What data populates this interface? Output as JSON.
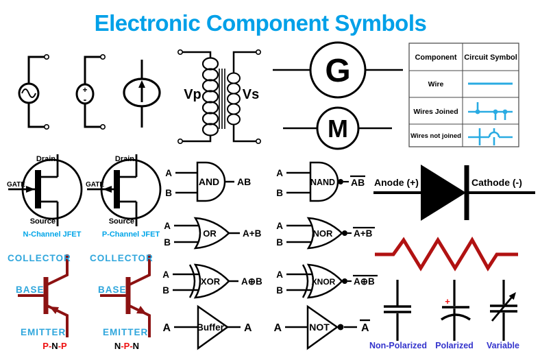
{
  "title": "Electronic Component Symbols",
  "colors": {
    "title_blue": "#00A0E8",
    "wire_symbol_cyan": "#29ABE2",
    "jfet_caption_cyan": "#00A5E8",
    "bjt_label_cyan": "#2FA6DC",
    "bjt_symbol_dark_red": "#8C1212",
    "resistor_dark_red": "#B11212",
    "capacitor_label_blue": "#3333CC",
    "accent_red": "#EE1111"
  },
  "sources": {
    "dc_plus": "+",
    "dc_minus": "-"
  },
  "transformer": {
    "primary": "Vp",
    "secondary": "Vs"
  },
  "generator": {
    "letter": "G"
  },
  "motor": {
    "letter": "M"
  },
  "wire_table": {
    "col1": "Component",
    "col2": "Circuit Symbol",
    "row1": "Wire",
    "row2": "Wires Joined",
    "row3": "Wires not joined"
  },
  "jfet": {
    "n": {
      "drain": "Drain",
      "gate": "GATE",
      "source": "Source",
      "caption": "N-Channel JFET"
    },
    "p": {
      "drain": "Drain",
      "gate": "GATE",
      "source": "Source",
      "caption": "P-Channel JFET"
    }
  },
  "gates": {
    "and": {
      "label": "AND",
      "a": "A",
      "b": "B",
      "out": "AB"
    },
    "or": {
      "label": "OR",
      "a": "A",
      "b": "B",
      "out": "A+B"
    },
    "xor": {
      "label": "XOR",
      "a": "A",
      "b": "B",
      "out": "A⊕B"
    },
    "buffer": {
      "label": "Buffer",
      "in": "A",
      "out": "A"
    },
    "nand": {
      "label": "NAND",
      "a": "A",
      "b": "B",
      "out": "AB"
    },
    "nor": {
      "label": "NOR",
      "a": "A",
      "b": "B",
      "out": "A+B"
    },
    "xnor": {
      "label": "XNOR",
      "a": "A",
      "b": "B",
      "out": "A⊕B"
    },
    "not": {
      "label": "NOT",
      "in": "A",
      "out": "A"
    }
  },
  "diode": {
    "anode": "Anode (+)",
    "cathode": "Cathode (-)"
  },
  "bjt": {
    "pnp": {
      "collector": "COLLECTOR",
      "base": "BASE",
      "emitter": "EMITTER",
      "l1": "P",
      "d1": "-",
      "l2": "N",
      "d2": "-",
      "l3": "P"
    },
    "npn": {
      "collector": "COLLECTOR",
      "base": "BASE",
      "emitter": "EMITTER",
      "l1": "N",
      "d1": "-",
      "l2": "P",
      "d2": "-",
      "l3": "N"
    }
  },
  "capacitors": {
    "nonpolarized": "Non-Polarized",
    "polarized": "Polarized",
    "variable": "Variable",
    "plus": "+"
  }
}
